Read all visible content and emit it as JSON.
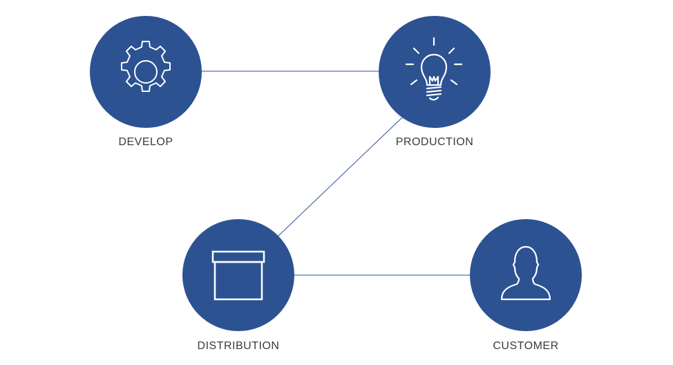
{
  "diagram": {
    "colors": {
      "node_fill": "#2c5292",
      "icon_stroke": "#ffffff",
      "connector": "#2c5292",
      "label_text": "#3a3a3a",
      "background": "#ffffff"
    },
    "nodes": {
      "develop": {
        "label": "DEVELOP",
        "icon": "gear-icon"
      },
      "production": {
        "label": "PRODUCTION",
        "icon": "lightbulb-icon"
      },
      "distribution": {
        "label": "DISTRIBUTION",
        "icon": "box-icon"
      },
      "customer": {
        "label": "CUSTOMER",
        "icon": "person-icon"
      }
    },
    "connections": [
      {
        "from": "develop",
        "to": "production"
      },
      {
        "from": "production",
        "to": "distribution"
      },
      {
        "from": "distribution",
        "to": "customer"
      }
    ]
  }
}
